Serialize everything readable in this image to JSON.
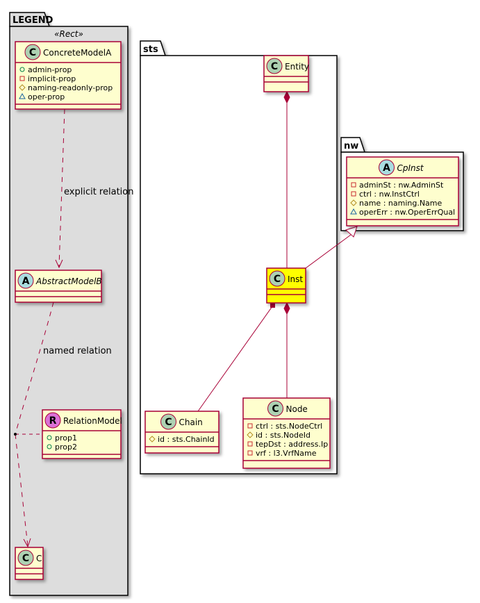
{
  "packages": {
    "legend": {
      "name": "LEGEND",
      "stereotype": "«Rect»"
    },
    "sts": {
      "name": "sts"
    },
    "nw": {
      "name": "nw"
    }
  },
  "colors": {
    "class_fill": "#FEFECE",
    "class_border": "#A80036",
    "highlight_fill": "#FFFF00",
    "package_legend_fill": "#DDDDDD",
    "circle_class": "#ADD1B2",
    "circle_abstract": "#A9DCDF",
    "circle_relation": "#DA70D6",
    "vis_public": "#038048",
    "vis_private": "#C82930",
    "vis_protected": "#B38D22",
    "vis_package": "#1963A0"
  },
  "classes": {
    "concreteA": {
      "name": "ConcreteModelA",
      "kind": "C",
      "italic": false,
      "attrs": [
        {
          "vis": "public",
          "text": "admin-prop"
        },
        {
          "vis": "private",
          "text": "implicit-prop"
        },
        {
          "vis": "protected",
          "text": "naming-readonly-prop"
        },
        {
          "vis": "package",
          "text": "oper-prop"
        }
      ]
    },
    "abstractB": {
      "name": "AbstractModelB",
      "kind": "A",
      "italic": true,
      "attrs": []
    },
    "relation": {
      "name": "RelationModel",
      "kind": "R",
      "italic": false,
      "attrs": [
        {
          "vis": "public",
          "text": "prop1"
        },
        {
          "vis": "public",
          "text": "prop2"
        }
      ]
    },
    "c": {
      "name": "C",
      "kind": "C",
      "italic": false,
      "attrs": []
    },
    "entity": {
      "name": "Entity",
      "kind": "C",
      "italic": false,
      "attrs": []
    },
    "inst": {
      "name": "Inst",
      "kind": "C",
      "italic": false,
      "highlight": true,
      "attrs": []
    },
    "chain": {
      "name": "Chain",
      "kind": "C",
      "italic": false,
      "attrs": [
        {
          "vis": "protected",
          "text": "id : sts.ChainId"
        }
      ]
    },
    "node": {
      "name": "Node",
      "kind": "C",
      "italic": false,
      "attrs": [
        {
          "vis": "private",
          "text": "ctrl : sts.NodeCtrl"
        },
        {
          "vis": "protected",
          "text": "id : sts.NodeId"
        },
        {
          "vis": "private",
          "text": "tepDst : address.Ip"
        },
        {
          "vis": "private",
          "text": "vrf : l3.VrfName"
        }
      ]
    },
    "cpinst": {
      "name": "CpInst",
      "kind": "A",
      "italic": true,
      "attrs": [
        {
          "vis": "private",
          "text": "adminSt : nw.AdminSt"
        },
        {
          "vis": "private",
          "text": "ctrl : nw.InstCtrl"
        },
        {
          "vis": "protected",
          "text": "name : naming.Name"
        },
        {
          "vis": "package",
          "text": "operErr : nw.OperErrQual"
        }
      ]
    }
  },
  "relations": {
    "explicit": {
      "label": "explicit relation",
      "type": "dependency"
    },
    "named": {
      "label": "named relation",
      "type": "dependency"
    },
    "entity_inst": {
      "type": "composition"
    },
    "inst_node": {
      "type": "composition"
    },
    "inst_chain": {
      "type": "aggregation-filled-square"
    },
    "inst_cpinst": {
      "type": "generalization"
    }
  }
}
